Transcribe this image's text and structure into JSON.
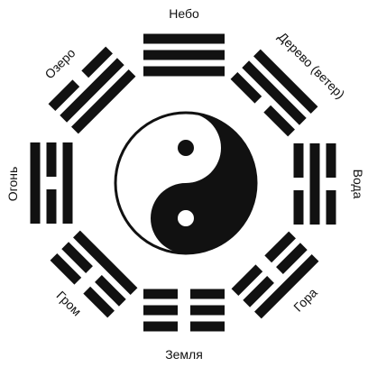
{
  "colors": {
    "ink": "#111111",
    "paper": "#ffffff"
  },
  "center": {
    "symbol": "yin-yang"
  },
  "trigrams": [
    {
      "name": "sky",
      "label": "Небо",
      "lines": [
        "solid",
        "solid",
        "solid"
      ]
    },
    {
      "name": "wind",
      "label": "Дерево (ветер)",
      "lines": [
        "solid",
        "solid",
        "broken"
      ]
    },
    {
      "name": "water",
      "label": "Вода",
      "lines": [
        "broken",
        "solid",
        "broken"
      ]
    },
    {
      "name": "mountain",
      "label": "Гора",
      "lines": [
        "solid",
        "broken",
        "broken"
      ]
    },
    {
      "name": "earth",
      "label": "Земля",
      "lines": [
        "broken",
        "broken",
        "broken"
      ]
    },
    {
      "name": "thunder",
      "label": "Гром",
      "lines": [
        "broken",
        "broken",
        "solid"
      ]
    },
    {
      "name": "fire",
      "label": "Огонь",
      "lines": [
        "solid",
        "broken",
        "solid"
      ]
    },
    {
      "name": "lake",
      "label": "Озеро",
      "lines": [
        "broken",
        "solid",
        "solid"
      ]
    }
  ]
}
